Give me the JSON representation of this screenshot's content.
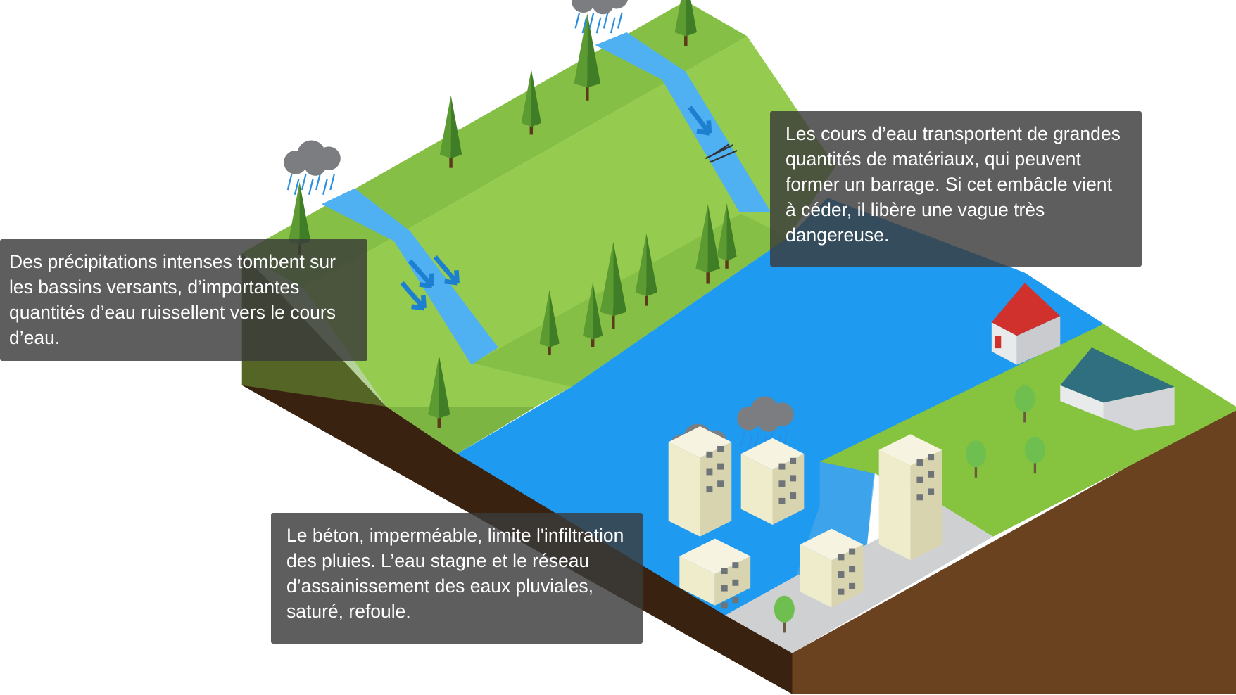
{
  "callouts": {
    "rainfall": "Des précipitations intenses tombent sur les bassins versants, d’importantes quantités d’eau ruissellent vers le cours d’eau.",
    "debris_dam": "Les cours d’eau transportent de grandes quantités de matériaux, qui peuvent former un barrage. Si cet embâcle vient à céder, il libère une vague très dangereuse.",
    "urban_runoff": "Le béton, imperméable, limite l'infiltration des pluies. L’eau stagne et le réseau d’assainissement des eaux pluviales, saturé, refoule."
  },
  "colors": {
    "callout_bg": "#3a3a3a",
    "river": "#1e9bf0",
    "tributary": "#4fb0f2",
    "grass_light": "#95cc4f",
    "grass_dark": "#7db543",
    "soil_dark": "#3a2210",
    "soil_light": "#6b4220",
    "urban_ground": "#cfd0d2",
    "roof_red": "#d0312d",
    "roof_teal": "#2f6f80"
  }
}
